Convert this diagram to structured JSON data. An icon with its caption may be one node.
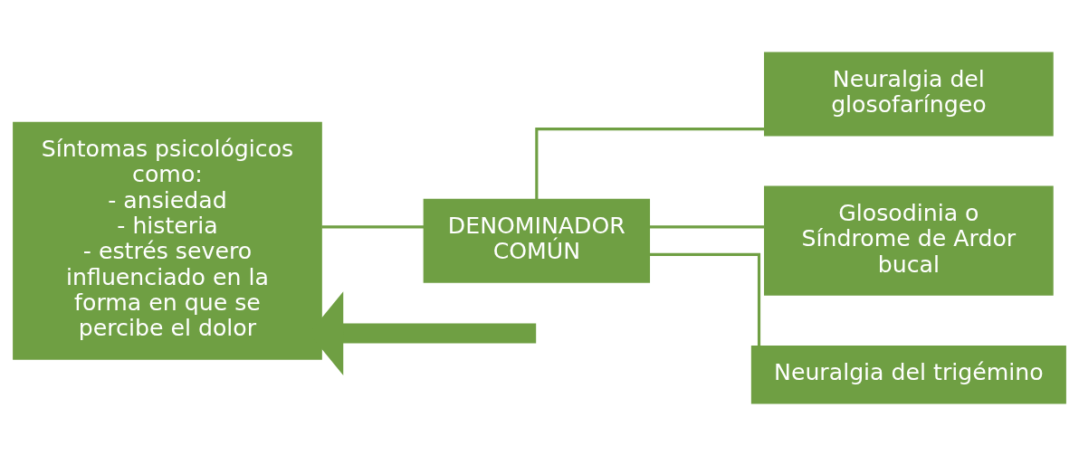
{
  "diagram": {
    "nodes": [
      {
        "text": [
          "Síntomas psicológicos como:",
          "- ansiedad",
          "- histeria",
          "- estrés severo",
          "influenciado en la forma en que se percibe el dolor"
        ]
      },
      {
        "text": [
          "DENOMINADOR COMÚN"
        ]
      },
      {
        "text": [
          "Neuralgia del glosofaríngeo"
        ]
      },
      {
        "text": [
          "Glosodinia o Síndrome de Ardor bucal"
        ]
      },
      {
        "text": [
          "Neuralgia del trigémino"
        ]
      }
    ],
    "edges": [
      {
        "from": 1,
        "to": 0,
        "arrow": "none"
      },
      {
        "from": 1,
        "to": 2,
        "arrow": "none"
      },
      {
        "from": 1,
        "to": 3,
        "arrow": "none"
      },
      {
        "from": 1,
        "to": 4,
        "arrow": "none"
      },
      {
        "from": null,
        "to": 0,
        "arrow": "to",
        "style": "thick"
      }
    ]
  }
}
